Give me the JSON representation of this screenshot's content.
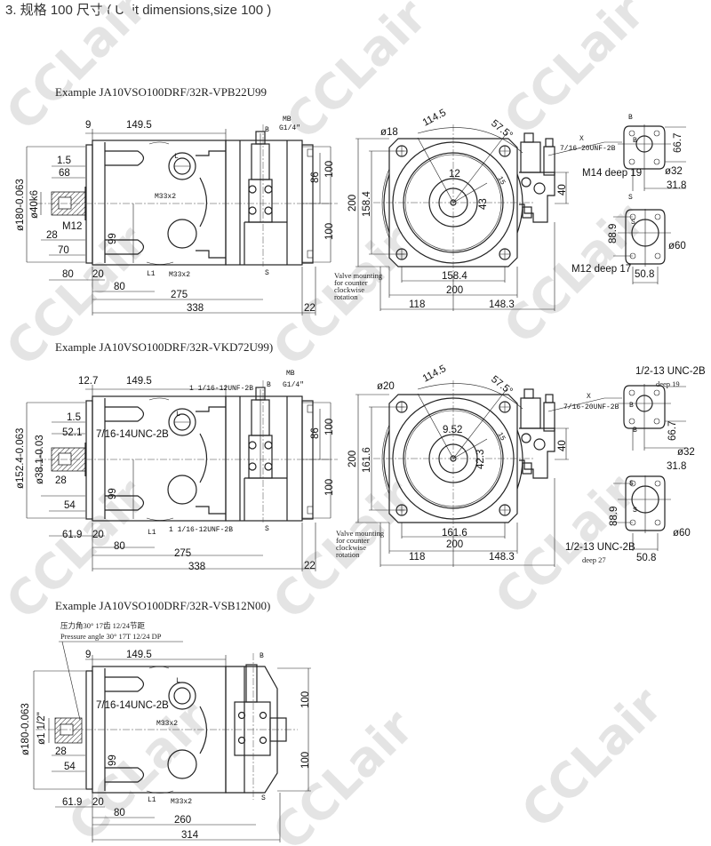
{
  "heading": "3. 规格 100 尺寸 ( Unit dimensions,size 100 )",
  "watermark": "CCLair",
  "valve_note": [
    "Valve mounting",
    "for counter",
    "clockwise",
    "rotation"
  ],
  "ex1": {
    "title": "Example JA10VSO100DRF/32R-VPB22U99",
    "side": [
      "9",
      "149.5",
      "MB",
      "G1/4\"",
      "B",
      "1.5",
      "68",
      "ø180-0.063",
      "ø40k6",
      "M12",
      "28",
      "70",
      "99",
      "L",
      "M33x2",
      "L1",
      "M33x2",
      "80",
      "20",
      "80",
      "275",
      "338",
      "22",
      "86",
      "100",
      "100",
      "S"
    ],
    "front": [
      "ø18",
      "114.5",
      "57.5°",
      "12",
      "43",
      "15",
      "40",
      "200",
      "158.4",
      "158.4",
      "200",
      "118",
      "148.3",
      "X",
      "7/16-20UNF-2B"
    ],
    "port_b": [
      "B",
      "B",
      "66.7",
      "ø32",
      "M14 deep 19",
      "31.8"
    ],
    "port_s": [
      "S",
      "S",
      "88.9",
      "ø60",
      "M12 deep 17",
      "50.8"
    ]
  },
  "ex2": {
    "title": "Example JA10VSO100DRF/32R-VKD72U99)",
    "side": [
      "12.7",
      "149.5",
      "1 1/16-12UNF-2B",
      "MB",
      "G1/4\"",
      "B",
      "1.5",
      "52.1",
      "7/16-14UNC-2B",
      "ø152.4-0.063",
      "ø38.1-0.03",
      "28",
      "54",
      "99",
      "L",
      "L1",
      "1 1/16-12UNF-2B",
      "61.9",
      "20",
      "80",
      "275",
      "338",
      "22",
      "86",
      "100",
      "100",
      "S"
    ],
    "front": [
      "ø20",
      "114.5",
      "57.5°",
      "9.52",
      "42.3",
      "15",
      "40",
      "200",
      "161.6",
      "161.6",
      "200",
      "118",
      "148.3",
      "X",
      "7/16-20UNF-2B"
    ],
    "port_b": [
      "1/2-13 UNC-2B",
      "deep 19",
      "B",
      "B",
      "66.7",
      "ø32",
      "31.8"
    ],
    "port_s": [
      "S",
      "S",
      "88.9",
      "ø60",
      "1/2-13 UNC-2B",
      "deep 27",
      "50.8"
    ]
  },
  "ex3": {
    "title": "Example JA10VSO100DRF/32R-VSB12N00)",
    "note_cn": "压力角30° 17齿 12/24节距",
    "note_en": "Pressure angle 30° 17T 12/24 DP",
    "side": [
      "9",
      "149.5",
      "B",
      "ø180-0.063",
      "ø1 1/2\"",
      "7/16-14UNC-2B",
      "L",
      "M33x2",
      "28",
      "54",
      "99",
      "100",
      "100",
      "L1",
      "M33x2",
      "S",
      "61.9",
      "20",
      "80",
      "260",
      "314"
    ]
  }
}
